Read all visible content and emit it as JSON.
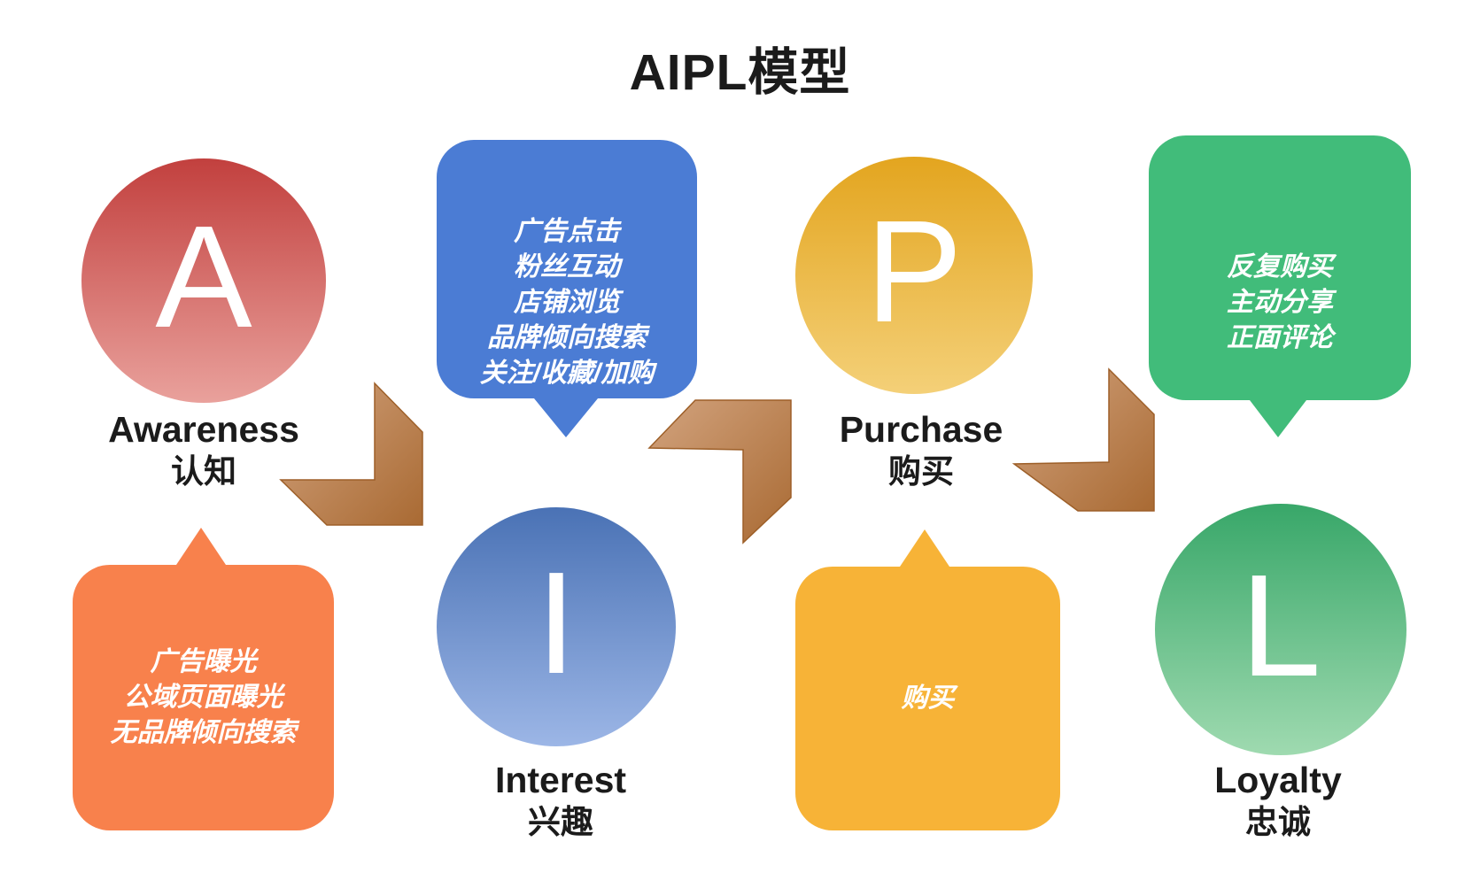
{
  "title": "AIPL模型",
  "stages": [
    {
      "letter": "A",
      "en": "Awareness",
      "zh": "认知",
      "circle_gradient": [
        "#c2403e",
        "#e9a19c"
      ],
      "bubble": {
        "color": "#f8814c",
        "position": "below",
        "lines": [
          "广告曝光",
          "公域页面曝光",
          "无品牌倾向搜索"
        ]
      }
    },
    {
      "letter": "I",
      "en": "Interest",
      "zh": "兴趣",
      "circle_gradient": [
        "#4a72b5",
        "#9cb6e6"
      ],
      "bubble": {
        "color": "#4b7cd4",
        "position": "above",
        "lines": [
          "广告点击",
          "粉丝互动",
          "店铺浏览",
          "品牌倾向搜索",
          "关注/收藏/加购"
        ]
      }
    },
    {
      "letter": "P",
      "en": "Purchase",
      "zh": "购买",
      "circle_gradient": [
        "#e3a51f",
        "#f4d078"
      ],
      "bubble": {
        "color": "#f7b337",
        "position": "below",
        "lines": [
          "购买"
        ]
      }
    },
    {
      "letter": "L",
      "en": "Loyalty",
      "zh": "忠诚",
      "circle_gradient": [
        "#38a769",
        "#9fdab0"
      ],
      "bubble": {
        "color": "#41bc7a",
        "position": "above",
        "lines": [
          "反复购买",
          "主动分享",
          "正面评论"
        ]
      }
    }
  ],
  "arrows": {
    "gradient_light": "#d2a37e",
    "gradient_dark": "#a96a33",
    "outline": "#9d5f28"
  }
}
